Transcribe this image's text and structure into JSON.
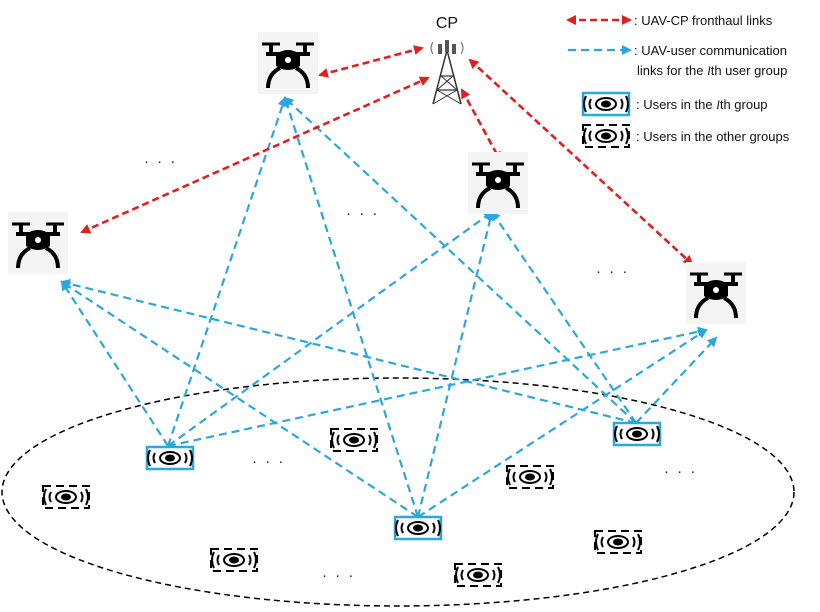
{
  "diagram": {
    "cp_label": "CP",
    "legend": {
      "fronthaul": ": UAV-CP fronthaul links",
      "comm_line1": ": UAV-user communication",
      "comm_line2": "links for the ",
      "comm_italic": "l",
      "comm_line2_tail": "th user group",
      "group_users_pre": ": Users in the ",
      "group_users_italic": "l",
      "group_users_post": "th group",
      "other_users": ": Users in the other groups"
    },
    "ellipsis": "· · ·",
    "colors": {
      "fronthaul": "#e02020",
      "communication": "#2aa8dc",
      "group_box": "#2aa8dc",
      "boundary": "#000000",
      "uav": "#000000"
    },
    "icons": {
      "uav": "drone-icon",
      "cp": "cell-tower-icon",
      "group_user": "user-device-icon",
      "other_user": "user-device-icon"
    }
  }
}
